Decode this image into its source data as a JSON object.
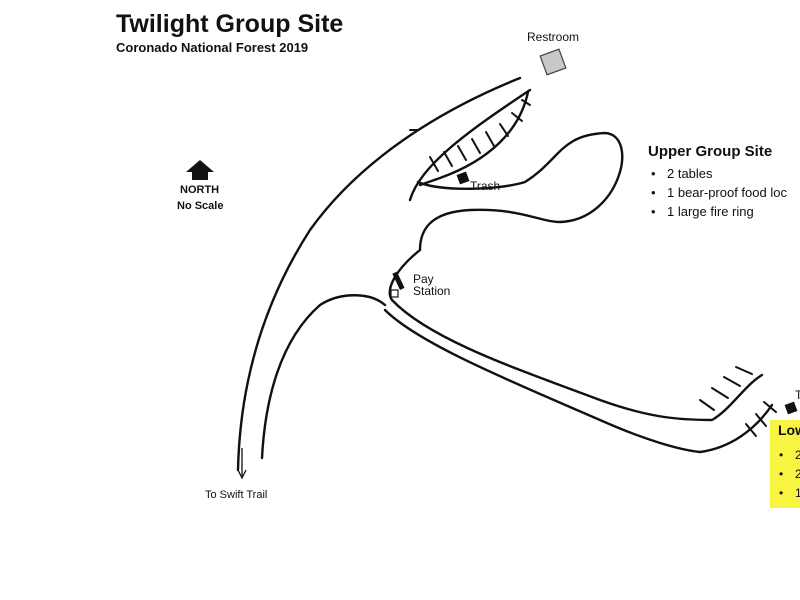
{
  "map": {
    "title": "Twilight Group Site",
    "subtitle": "Coronado National Forest 2019",
    "labels": {
      "restroom": "Restroom",
      "north": "NORTH",
      "scale": "No Scale",
      "trash": "Trash",
      "pay_line1": "Pay",
      "pay_line2": "Station",
      "swift_trail": "To Swift Trail",
      "lower_trash_partial": "T"
    },
    "upper_group": {
      "title": "Upper Group Site",
      "items": [
        "2 tables",
        "1 bear-proof food loc",
        "1 large fire ring"
      ]
    },
    "lower_group": {
      "title_partial": "Low",
      "items": [
        "2",
        "2",
        "1"
      ],
      "highlight_color": "#f7f541"
    },
    "icons": [
      "north-arrow-icon",
      "restroom-icon",
      "trash-icon",
      "pay-station-icon",
      "direction-arrow-icon"
    ],
    "colors": {
      "ink": "#111111",
      "paper": "#ffffff",
      "restroom_fill": "#c8c8c8"
    }
  }
}
